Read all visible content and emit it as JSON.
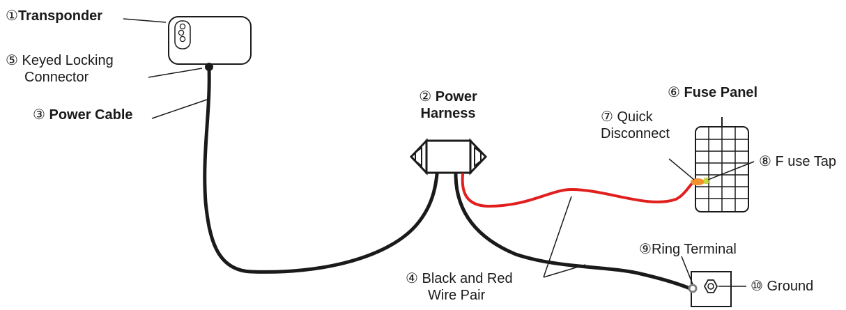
{
  "labels": {
    "transponder": {
      "num": "①",
      "text": "Transponder"
    },
    "keyed_connector": {
      "num": "⑤",
      "line1": "Keyed Locking",
      "line2": "Connector"
    },
    "power_cable": {
      "num": "③",
      "text": "Power Cable"
    },
    "power_harness": {
      "num": "②",
      "line1": "Power",
      "line2": "Harness"
    },
    "wire_pair": {
      "num": "④",
      "line1": "Black and Red",
      "line2": "Wire Pair"
    },
    "fuse_panel": {
      "num": "⑥",
      "text": "Fuse Panel"
    },
    "quick_disconnect": {
      "num": "⑦",
      "line1": "Quick",
      "line2": "Disconnect"
    },
    "fuse_tap": {
      "num": "⑧",
      "text": "F use Tap"
    },
    "ring_terminal": {
      "num": "⑨",
      "text": "Ring Terminal"
    },
    "ground": {
      "num": "⑩",
      "text": "Ground"
    }
  },
  "colors": {
    "red_wire": "#e0201e",
    "black_wire": "#1a1a1a",
    "quick_disconnect": "#f2922c",
    "fuse_tap": "#c8d640",
    "outline": "#1a1a1a",
    "ring": "#808080"
  }
}
